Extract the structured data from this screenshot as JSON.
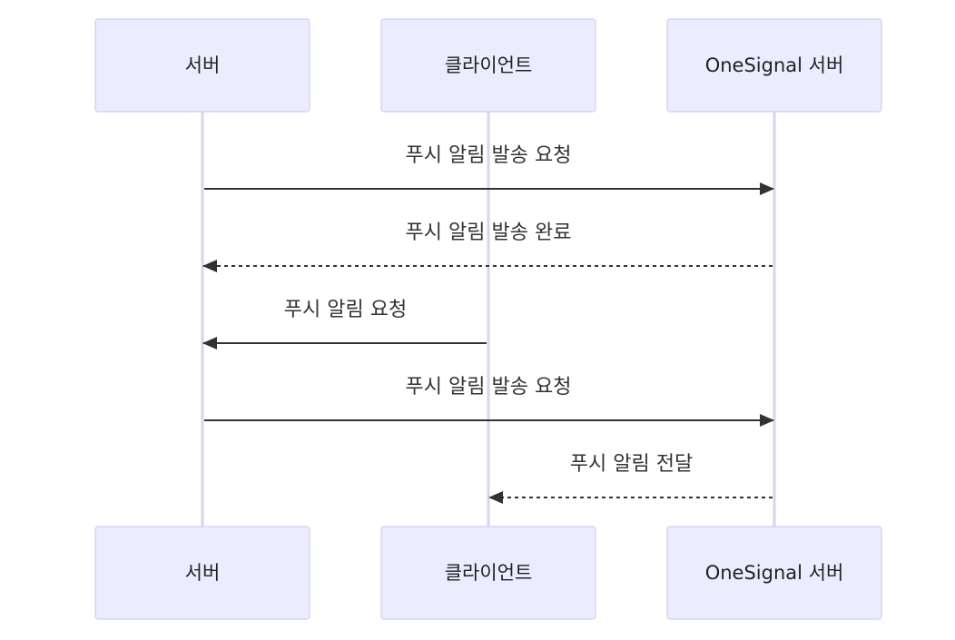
{
  "participants": [
    {
      "id": "server",
      "label": "서버"
    },
    {
      "id": "client",
      "label": "클라이언트"
    },
    {
      "id": "onesignal",
      "label": "OneSignal 서버"
    }
  ],
  "messages": [
    {
      "from": "server",
      "to": "onesignal",
      "label": "푸시 알림 발송 요청",
      "style": "solid"
    },
    {
      "from": "onesignal",
      "to": "server",
      "label": "푸시 알림 발송 완료",
      "style": "dashed"
    },
    {
      "from": "client",
      "to": "server",
      "label": "푸시 알림 요청",
      "style": "solid"
    },
    {
      "from": "server",
      "to": "onesignal",
      "label": "푸시 알림 발송 요청",
      "style": "solid"
    },
    {
      "from": "onesignal",
      "to": "client",
      "label": "푸시 알림 전달",
      "style": "dashed"
    }
  ]
}
